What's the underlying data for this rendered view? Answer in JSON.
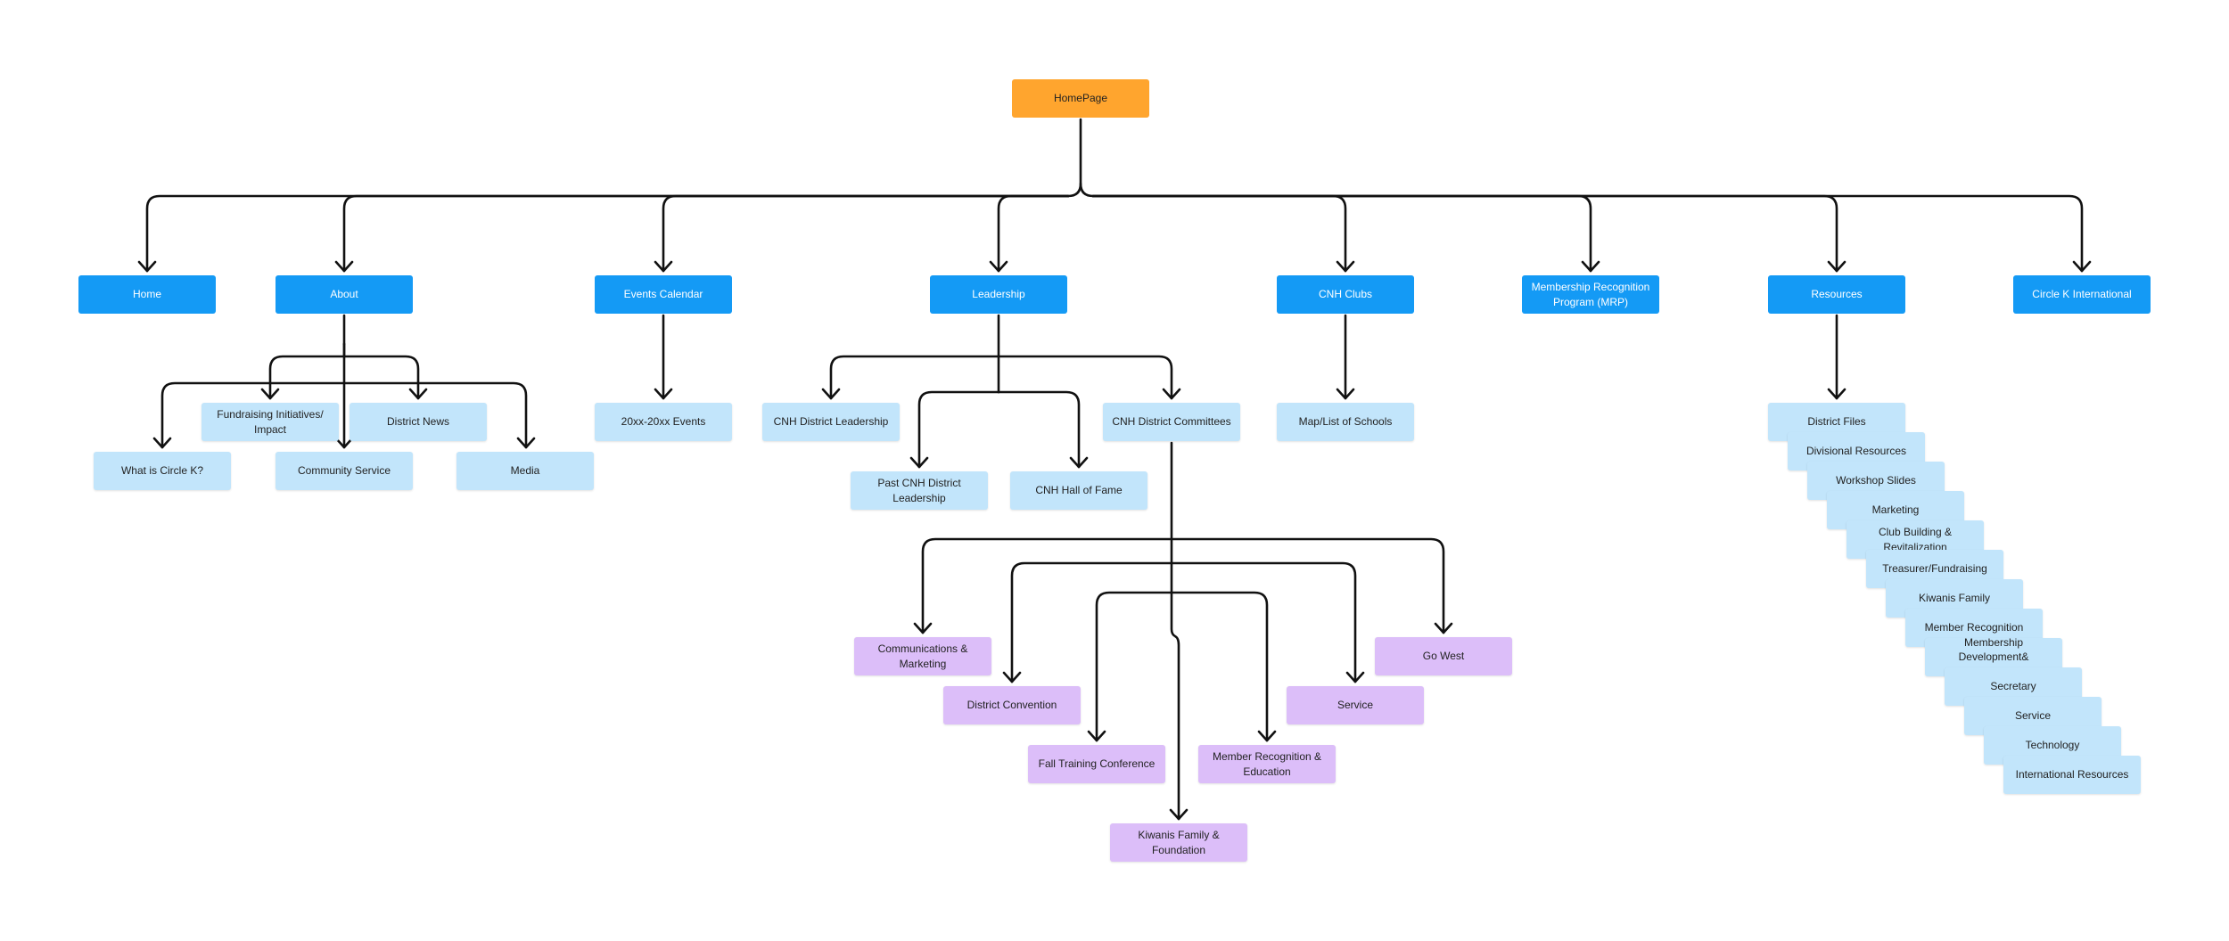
{
  "colors": {
    "root": "#ffa52e",
    "primary": "#149af5",
    "secondary": "#c2e5fb",
    "committee": "#dcbef9",
    "connector": "#111111"
  },
  "nodes": {
    "homepage": "HomePage",
    "home": "Home",
    "about": "About",
    "events_calendar": "Events Calendar",
    "leadership": "Leadership",
    "cnh_clubs": "CNH Clubs",
    "mrp": "Membership Recognition\nProgram (MRP)",
    "resources": "Resources",
    "circle_k_international": "Circle K International",
    "fundraising": "Fundraising Initiatives/\nImpact",
    "district_news": "District News",
    "what_is_circle_k": "What is Circle K?",
    "community_service": "Community Service",
    "media": "Media",
    "events": "20xx-20xx Events",
    "district_leadership": "CNH District Leadership",
    "past_leadership": "Past CNH District\nLeadership",
    "hall_of_fame": "CNH Hall of Fame",
    "district_committees": "CNH District Committees",
    "map_schools": "Map/List of Schools",
    "communications": "Communications &\nMarketing",
    "district_convention": "District Convention",
    "fall_training": "Fall Training Conference",
    "kiwanis_foundation": "Kiwanis Family &\nFoundation",
    "member_recognition_edu": "Member Recognition &\nEducation",
    "committee_service": "Service",
    "go_west": "Go West"
  },
  "resources_list": [
    "District Files",
    "Divisional Resources",
    "Workshop Slides",
    "Marketing",
    "Club Building &\nRevitalization",
    "Treasurer/Fundraising",
    "Kiwanis Family",
    "Member Recognition",
    "Membership Development&\nEducation",
    "Secretary",
    "Service",
    "Technology",
    "International Resources"
  ]
}
